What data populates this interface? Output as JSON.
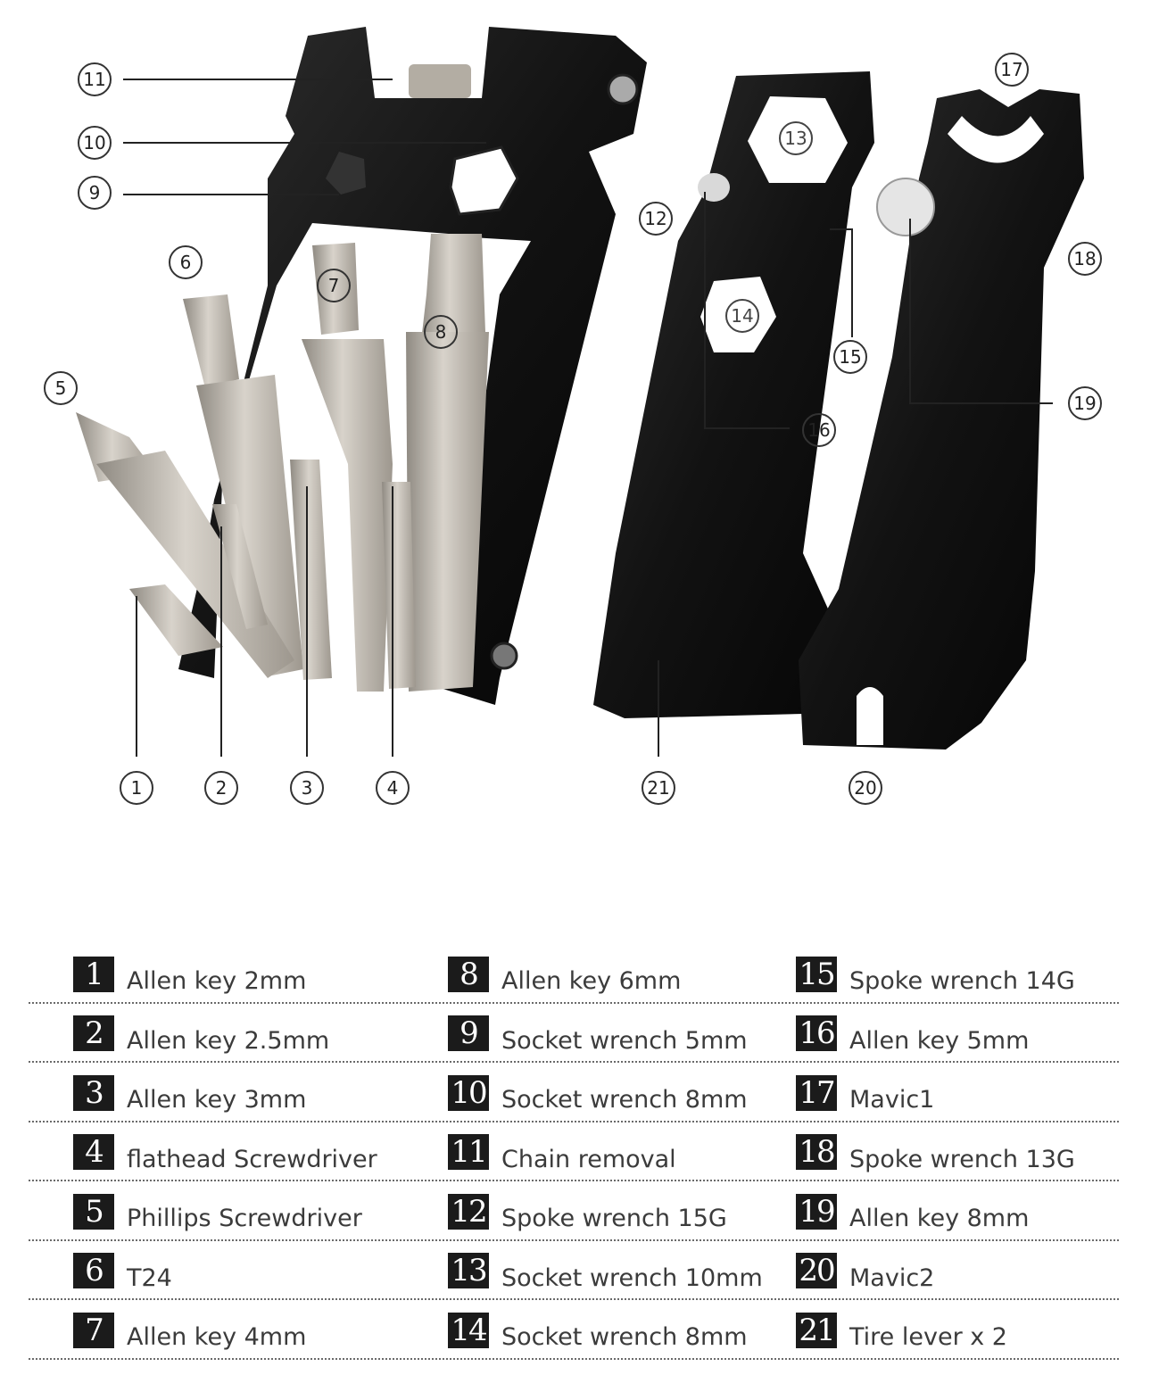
{
  "callouts": [
    "1",
    "2",
    "3",
    "4",
    "5",
    "6",
    "7",
    "8",
    "9",
    "10",
    "11",
    "12",
    "13",
    "14",
    "15",
    "16",
    "17",
    "18",
    "19",
    "20",
    "21"
  ],
  "legend": {
    "columns": [
      [
        {
          "num": "1",
          "label": "Allen key 2mm"
        },
        {
          "num": "2",
          "label": "Allen key 2.5mm"
        },
        {
          "num": "3",
          "label": "Allen key 3mm"
        },
        {
          "num": "4",
          "label": "flathead Screwdriver"
        },
        {
          "num": "5",
          "label": "Phillips Screwdriver"
        },
        {
          "num": "6",
          "label": "T24"
        },
        {
          "num": "7",
          "label": "Allen key 4mm"
        }
      ],
      [
        {
          "num": "8",
          "label": "Allen key 6mm"
        },
        {
          "num": "9",
          "label": "Socket wrench 5mm"
        },
        {
          "num": "10",
          "label": "Socket wrench 8mm"
        },
        {
          "num": "11",
          "label": "Chain removal"
        },
        {
          "num": "12",
          "label": "Spoke wrench 15G"
        },
        {
          "num": "13",
          "label": "Socket wrench 10mm"
        },
        {
          "num": "14",
          "label": "Socket wrench 8mm"
        }
      ],
      [
        {
          "num": "15",
          "label": "Spoke wrench 14G"
        },
        {
          "num": "16",
          "label": "Allen key 5mm"
        },
        {
          "num": "17",
          "label": "Mavic1"
        },
        {
          "num": "18",
          "label": "Spoke wrench 13G"
        },
        {
          "num": "19",
          "label": "Allen key 8mm"
        },
        {
          "num": "20",
          "label": "Mavic2"
        },
        {
          "num": "21",
          "label": "Tire lever x 2"
        }
      ]
    ]
  },
  "colors": {
    "tool_black": "#161616",
    "steel": "#b8b2a8",
    "number_box": "#1b1b1b"
  }
}
